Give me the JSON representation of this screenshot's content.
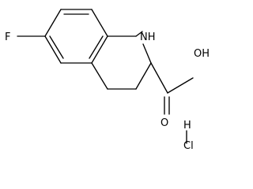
{
  "molecule": {
    "atom_labels": {
      "fluorine": "F",
      "ring_nitrogen": "NH",
      "carboxyl": "OH",
      "carbonyl_oxygen": "O",
      "hydrogen": "H",
      "chlorine": "Cl"
    }
  }
}
